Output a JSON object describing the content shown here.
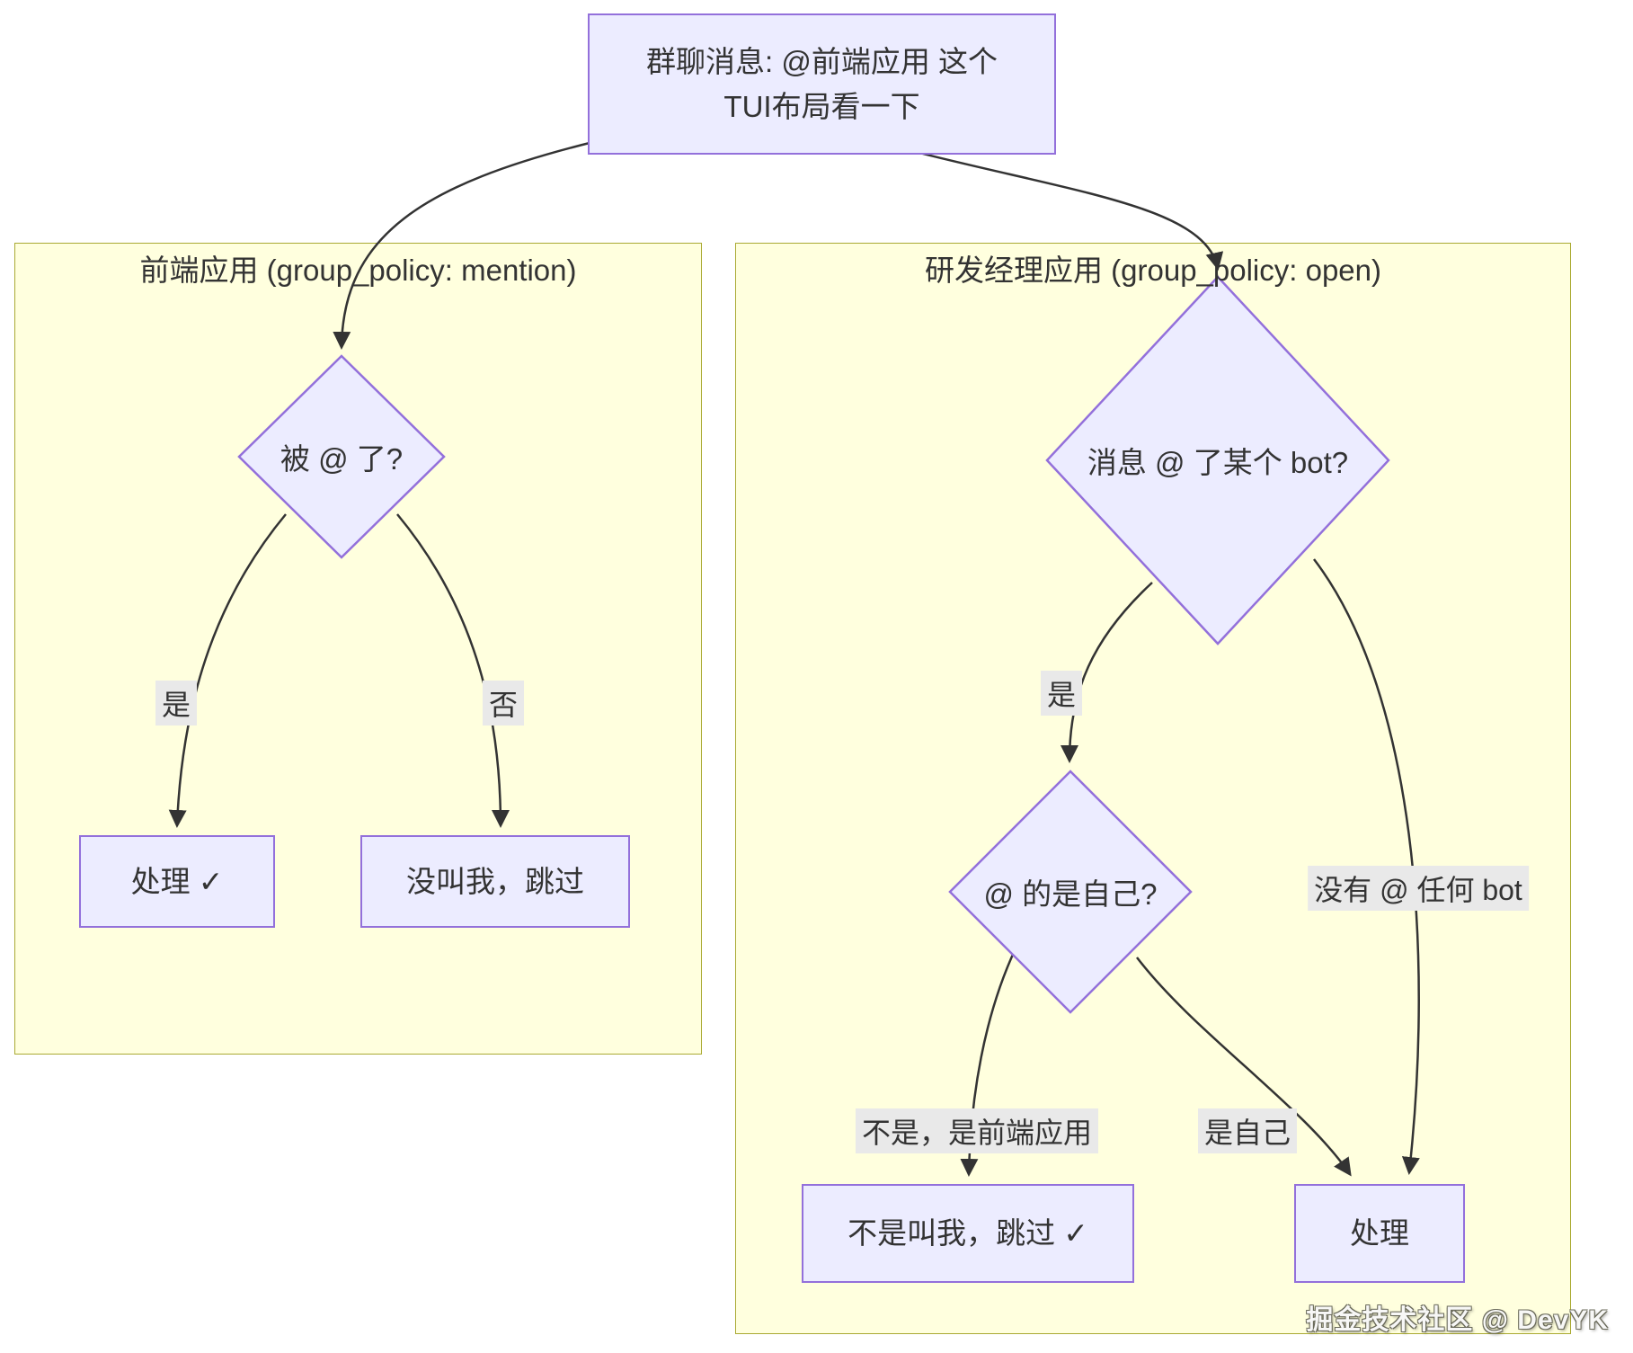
{
  "colors": {
    "node_fill": "#ECECFF",
    "node_border": "#9370DB",
    "cluster_fill": "#FFFFDE",
    "cluster_border": "#AAAA33",
    "edge_color": "#333333",
    "label_bg": "#E9E9E9",
    "text_color": "#333333"
  },
  "top_node": {
    "line1": "群聊消息: @前端应用 这个",
    "line2": "TUI布局看一下"
  },
  "left_cluster": {
    "title": "前端应用 (group_policy: mention)",
    "decision": "被 @ 了?",
    "yes_label": "是",
    "no_label": "否",
    "yes_result": "处理 ✓",
    "no_result": "没叫我，跳过"
  },
  "right_cluster": {
    "title": "研发经理应用 (group_policy: open)",
    "decision_mentioned_bot": "消息 @ 了某个 bot?",
    "yes_label": "是",
    "no_bot_label": "没有 @ 任何 bot",
    "decision_is_self": "@ 的是自己?",
    "not_me_label": "不是，是前端应用",
    "is_me_label": "是自己",
    "skip_result": "不是叫我，跳过 ✓",
    "handle_result": "处理"
  },
  "watermark": "掘金技术社区 @ DevYK"
}
